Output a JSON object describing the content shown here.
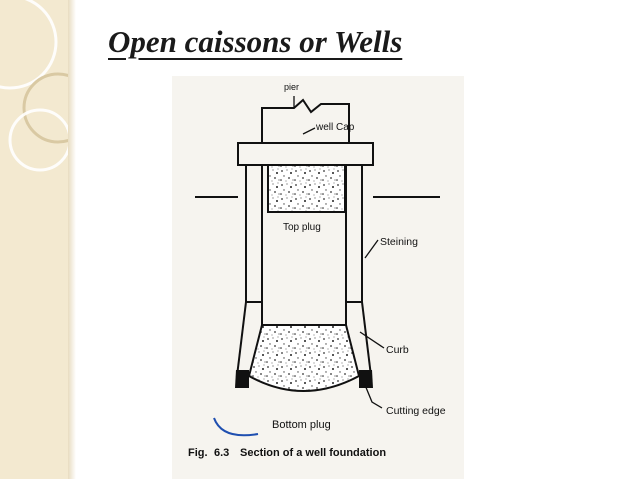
{
  "slide": {
    "title": "Open caissons or Wells"
  },
  "diagram": {
    "labels": {
      "pier": "pier",
      "well_cap": "well Cap",
      "top_plug": "Top plug",
      "steining": "Steining",
      "curb": "Curb",
      "cutting_edge": "Cutting edge",
      "bottom_plug": "Bottom plug"
    },
    "caption": {
      "fig_prefix": "Fig.",
      "fig_number": "6.3",
      "text": "Section of a well foundation"
    }
  },
  "colors": {
    "sidebar": "#f3e9d0",
    "ring": "#d9c9a3",
    "paper": "#f6f4ef",
    "ink": "#111111"
  }
}
